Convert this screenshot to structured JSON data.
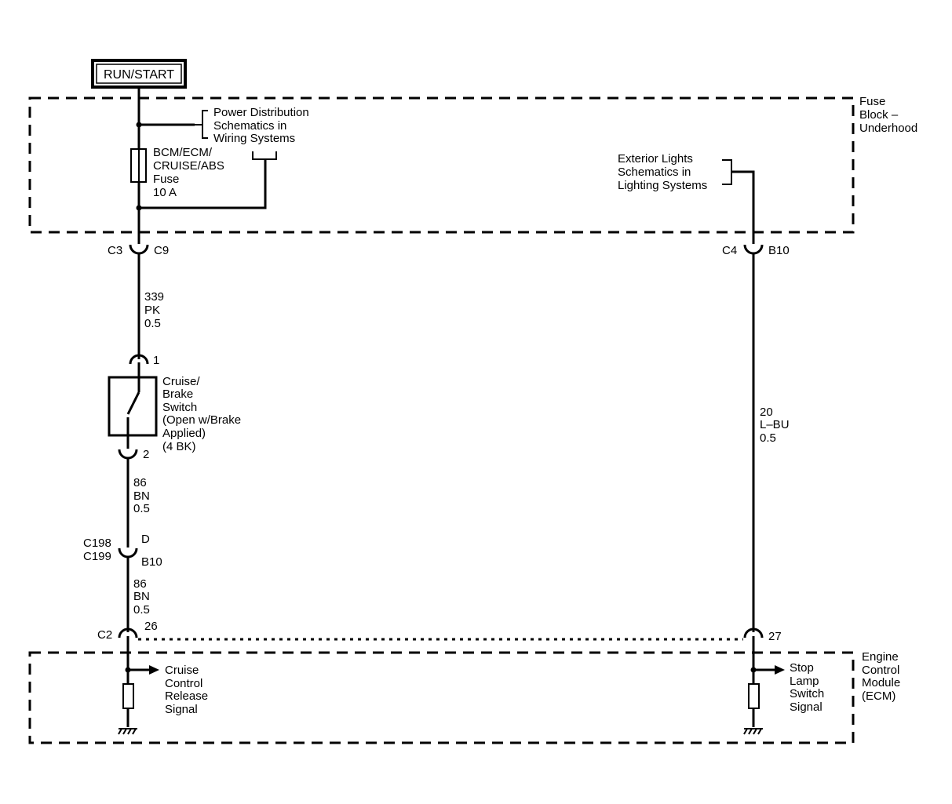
{
  "power_source": "RUN/START",
  "fuse_block": {
    "name_lines": [
      "Fuse",
      "Block –",
      "Underhood"
    ],
    "power_ref_lines": [
      "Power Distribution",
      "Schematics in",
      "Wiring Systems"
    ],
    "fuse_lines": [
      "BCM/ECM/",
      "CRUISE/ABS",
      "Fuse",
      "10 A"
    ],
    "ext_ref_lines": [
      "Exterior Lights",
      "Schematics in",
      "Lighting Systems"
    ]
  },
  "connectors": {
    "c3": "C3",
    "c9": "C9",
    "c4": "C4",
    "b10_top": "B10",
    "c198": "C198",
    "c199": "C199",
    "d": "D",
    "b10_mid": "B10",
    "c2": "C2",
    "pin26": "26",
    "pin27": "27",
    "pin1": "1",
    "pin2": "2"
  },
  "wires": {
    "w339": [
      "339",
      "PK",
      "0.5"
    ],
    "w86a": [
      "86",
      "BN",
      "0.5"
    ],
    "w86b": [
      "86",
      "BN",
      "0.5"
    ],
    "w20": [
      "20",
      "L–BU",
      "0.5"
    ]
  },
  "switch": {
    "label_lines": [
      "Cruise/",
      "Brake",
      "Switch",
      "(Open w/Brake",
      "Applied)",
      "(4 BK)"
    ]
  },
  "ecm": {
    "name_lines": [
      "Engine",
      "Control",
      "Module",
      "(ECM)"
    ],
    "left_signal_lines": [
      "Cruise",
      "Control",
      "Release",
      "Signal"
    ],
    "right_signal_lines": [
      "Stop",
      "Lamp",
      "Switch",
      "Signal"
    ]
  }
}
